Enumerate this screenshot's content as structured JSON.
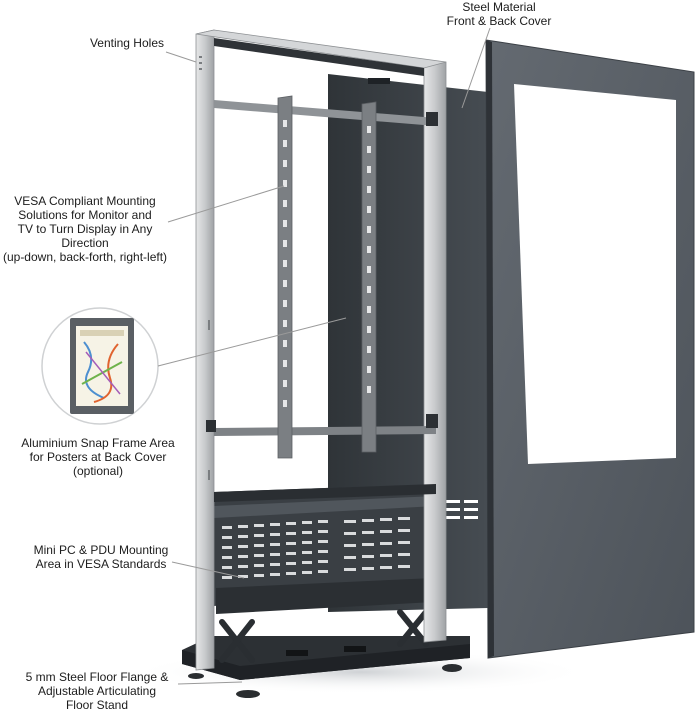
{
  "callouts": {
    "steel_cover": "Steel Material\nFront & Back Cover",
    "venting": "Venting Holes",
    "vesa": "VESA Compliant Mounting\nSolutions for Monitor and\nTV to Turn Display in Any Direction\n(up-down, back-forth, right-left)",
    "snap_frame": "Aluminium Snap Frame Area\nfor Posters at Back Cover\n(optional)",
    "mini_pc": "Mini PC & PDU Mounting\nArea in VESA Standards",
    "floor": "5 mm Steel Floor Flange &\nAdjustable Articulating\nFloor Stand"
  },
  "colors": {
    "frame_silver": "#c9cbcd",
    "panel_dark": "#3e4449",
    "cover_gray": "#5b6168",
    "base_dark": "#2e3236",
    "leader_line": "#9a9a9a",
    "screen_white": "#ffffff"
  }
}
